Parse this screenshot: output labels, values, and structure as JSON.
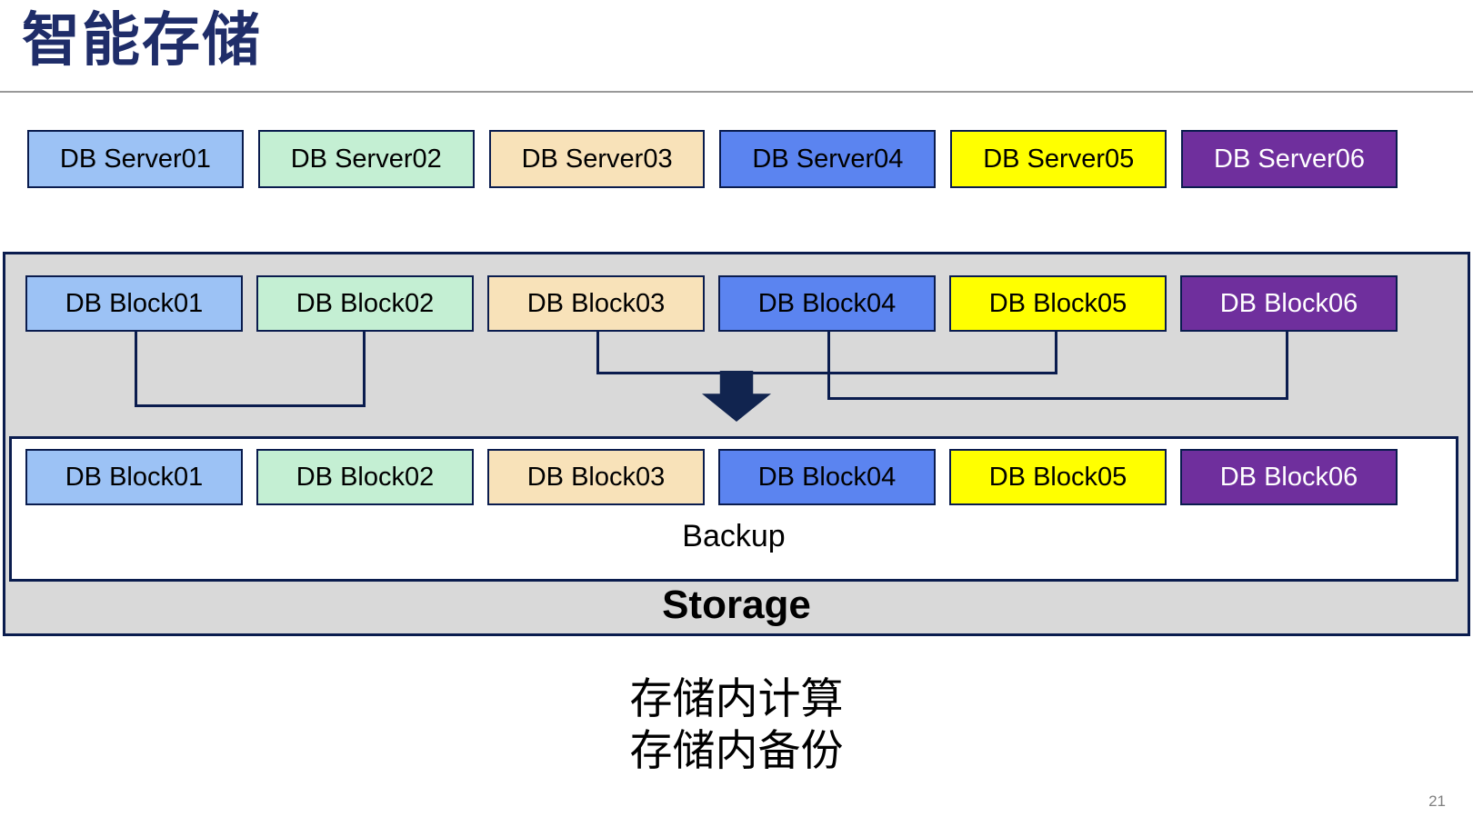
{
  "slide": {
    "title": "智能存储",
    "page_number": "21",
    "captions": [
      "存储内计算",
      "存储内备份"
    ]
  },
  "palette": {
    "title_color": "#1F2D69",
    "node_border": "#0A1C4E",
    "connector": "#0A1C4E",
    "arrow_fill": "#11244F",
    "storage_gray": "#D9D9D9",
    "backup_white": "#FFFFFF",
    "rule_gray": "#999999",
    "page_number_gray": "#808080"
  },
  "icons": {
    "down_arrow": "down-arrow"
  },
  "servers": [
    {
      "label": "DB Server01",
      "fill": "#9CC2F5",
      "text": "#000000"
    },
    {
      "label": "DB Server02",
      "fill": "#C4EFD3",
      "text": "#000000"
    },
    {
      "label": "DB Server03",
      "fill": "#F8E2B9",
      "text": "#000000"
    },
    {
      "label": "DB Server04",
      "fill": "#5B84F0",
      "text": "#000000"
    },
    {
      "label": "DB Server05",
      "fill": "#FFFF00",
      "text": "#000000"
    },
    {
      "label": "DB Server06",
      "fill": "#6F2F9D",
      "text": "#FFFFFF"
    }
  ],
  "storage": {
    "label": "Storage",
    "backup_label": "Backup",
    "blocks_top": [
      {
        "label": "DB Block01",
        "fill": "#9CC2F5",
        "text": "#000000"
      },
      {
        "label": "DB Block02",
        "fill": "#C4EFD3",
        "text": "#000000"
      },
      {
        "label": "DB Block03",
        "fill": "#F8E2B9",
        "text": "#000000"
      },
      {
        "label": "DB Block04",
        "fill": "#5B84F0",
        "text": "#000000"
      },
      {
        "label": "DB Block05",
        "fill": "#FFFF00",
        "text": "#000000"
      },
      {
        "label": "DB Block06",
        "fill": "#6F2F9D",
        "text": "#FFFFFF"
      }
    ],
    "blocks_bottom": [
      {
        "label": "DB Block01",
        "fill": "#9CC2F5",
        "text": "#000000"
      },
      {
        "label": "DB Block02",
        "fill": "#C4EFD3",
        "text": "#000000"
      },
      {
        "label": "DB Block03",
        "fill": "#F8E2B9",
        "text": "#000000"
      },
      {
        "label": "DB Block04",
        "fill": "#5B84F0",
        "text": "#000000"
      },
      {
        "label": "DB Block05",
        "fill": "#FFFF00",
        "text": "#000000"
      },
      {
        "label": "DB Block06",
        "fill": "#6F2F9D",
        "text": "#FFFFFF"
      }
    ],
    "connections": [
      {
        "from": "DB Block01",
        "to": "DB Block02"
      },
      {
        "from": "DB Block03",
        "to": "DB Block05"
      },
      {
        "from": "DB Block04",
        "to": "DB Block06"
      }
    ]
  }
}
